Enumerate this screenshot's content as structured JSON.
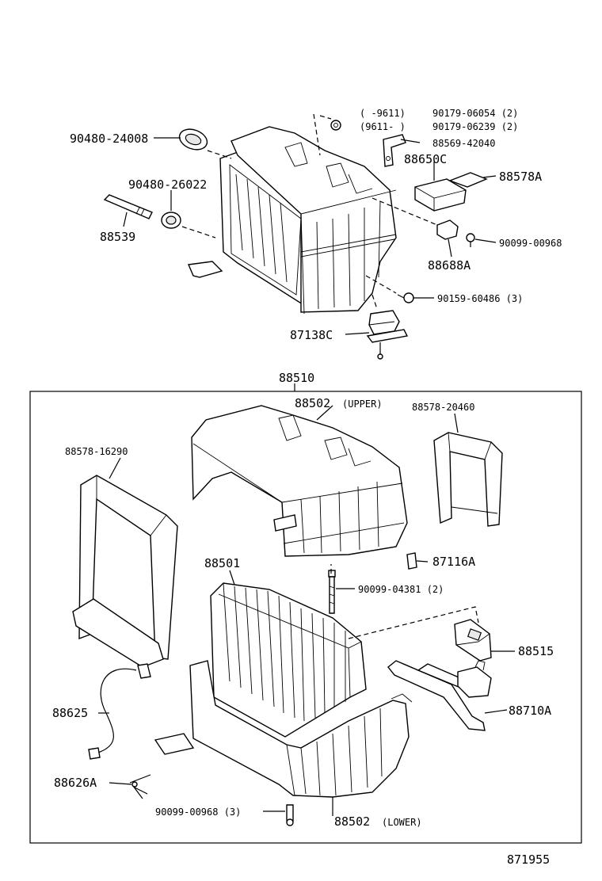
{
  "labels": {
    "p90480_24008": "90480-24008",
    "p90480_26022": "90480-26022",
    "p88539": "88539",
    "range_a": "(     -9611)",
    "range_b": "(9611-     )",
    "p90179_06054": "90179-06054 (2)",
    "p90179_06239": "90179-06239 (2)",
    "p88569_42040": "88569-42040",
    "p88650C": "88650C",
    "p88578A": "88578A",
    "p90099_00968_top": "90099-00968",
    "p88688A": "88688A",
    "p90159_60486": "90159-60486 (3)",
    "p87138C": "87138C",
    "p88510": "88510",
    "p88502_upper": "88502",
    "upper_note": "(UPPER)",
    "p88578_20460": "88578-20460",
    "p88578_16290": "88578-16290",
    "p87116A": "87116A",
    "p88501": "88501",
    "p90099_04381": "90099-04381 (2)",
    "p88515": "88515",
    "p88625": "88625",
    "p88710A": "88710A",
    "p88626A": "88626A",
    "p90099_00968_bottom": "90099-00968 (3)",
    "p88502_lower": "88502",
    "lower_note": "(LOWER)",
    "figure_number": "871955"
  }
}
